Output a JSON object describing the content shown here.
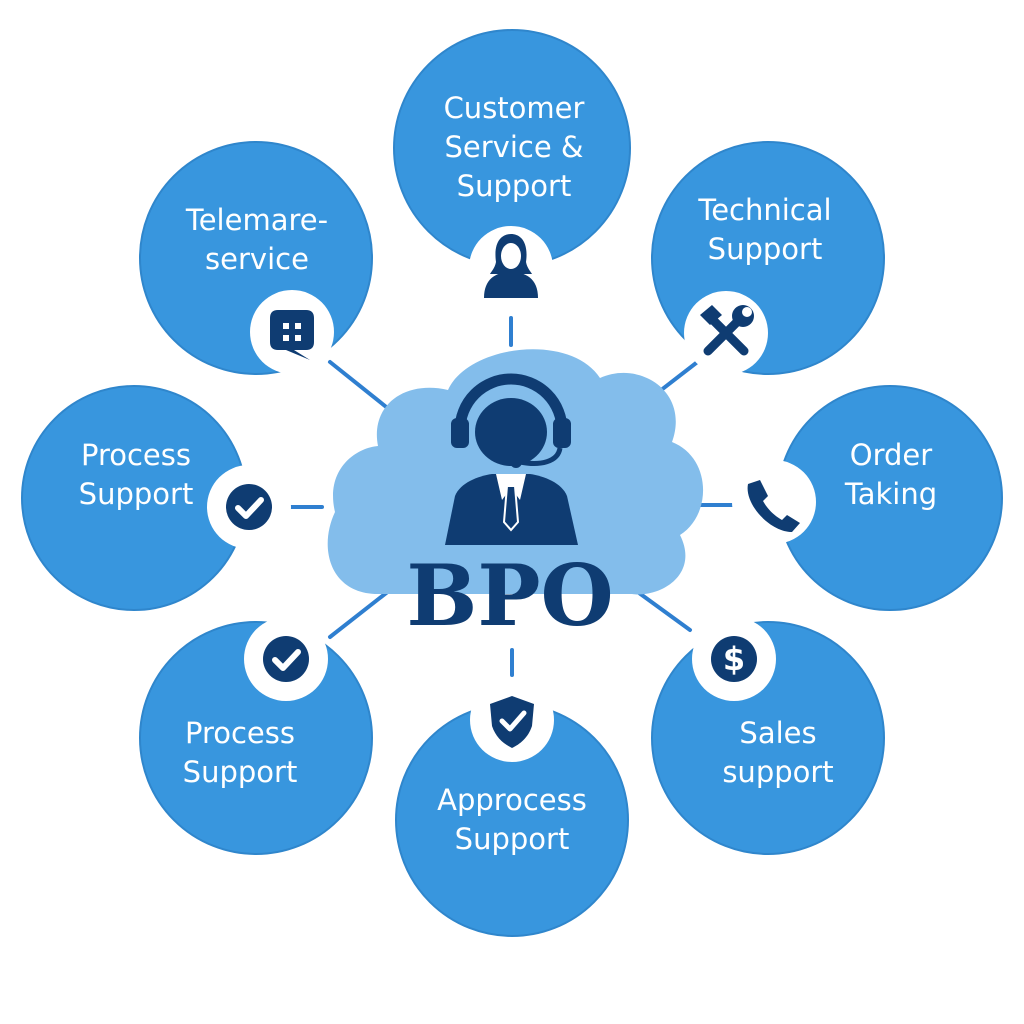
{
  "colors": {
    "circle": "#3896de",
    "circle_edge": "#2f86cc",
    "cloud": "#83bdeb",
    "navy": "#0f3c72",
    "connector": "#2f7fd0",
    "white": "#ffffff"
  },
  "center": {
    "title": "BPO",
    "icon": "call-center-agent-icon"
  },
  "nodes": [
    {
      "id": "customer-service",
      "lines": [
        "Customer",
        "Service &",
        "Support"
      ],
      "icon": "person-icon"
    },
    {
      "id": "technical-support",
      "lines": [
        "Technical",
        "Support"
      ],
      "icon": "tools-icon"
    },
    {
      "id": "order-taking",
      "lines": [
        "Order",
        "Taking"
      ],
      "icon": "phone-icon"
    },
    {
      "id": "sales-support",
      "lines": [
        "Sales",
        "support"
      ],
      "icon": "dollar-icon"
    },
    {
      "id": "approcess-support",
      "lines": [
        "Approcess",
        "Support"
      ],
      "icon": "shield-check-icon"
    },
    {
      "id": "process-support-bottom",
      "lines": [
        "Process",
        "Support"
      ],
      "icon": "check-icon"
    },
    {
      "id": "process-support-left",
      "lines": [
        "Process",
        "Support"
      ],
      "icon": "check-icon"
    },
    {
      "id": "telemarketing",
      "lines": [
        "Telemare-",
        "service"
      ],
      "icon": "chat-icon"
    }
  ]
}
